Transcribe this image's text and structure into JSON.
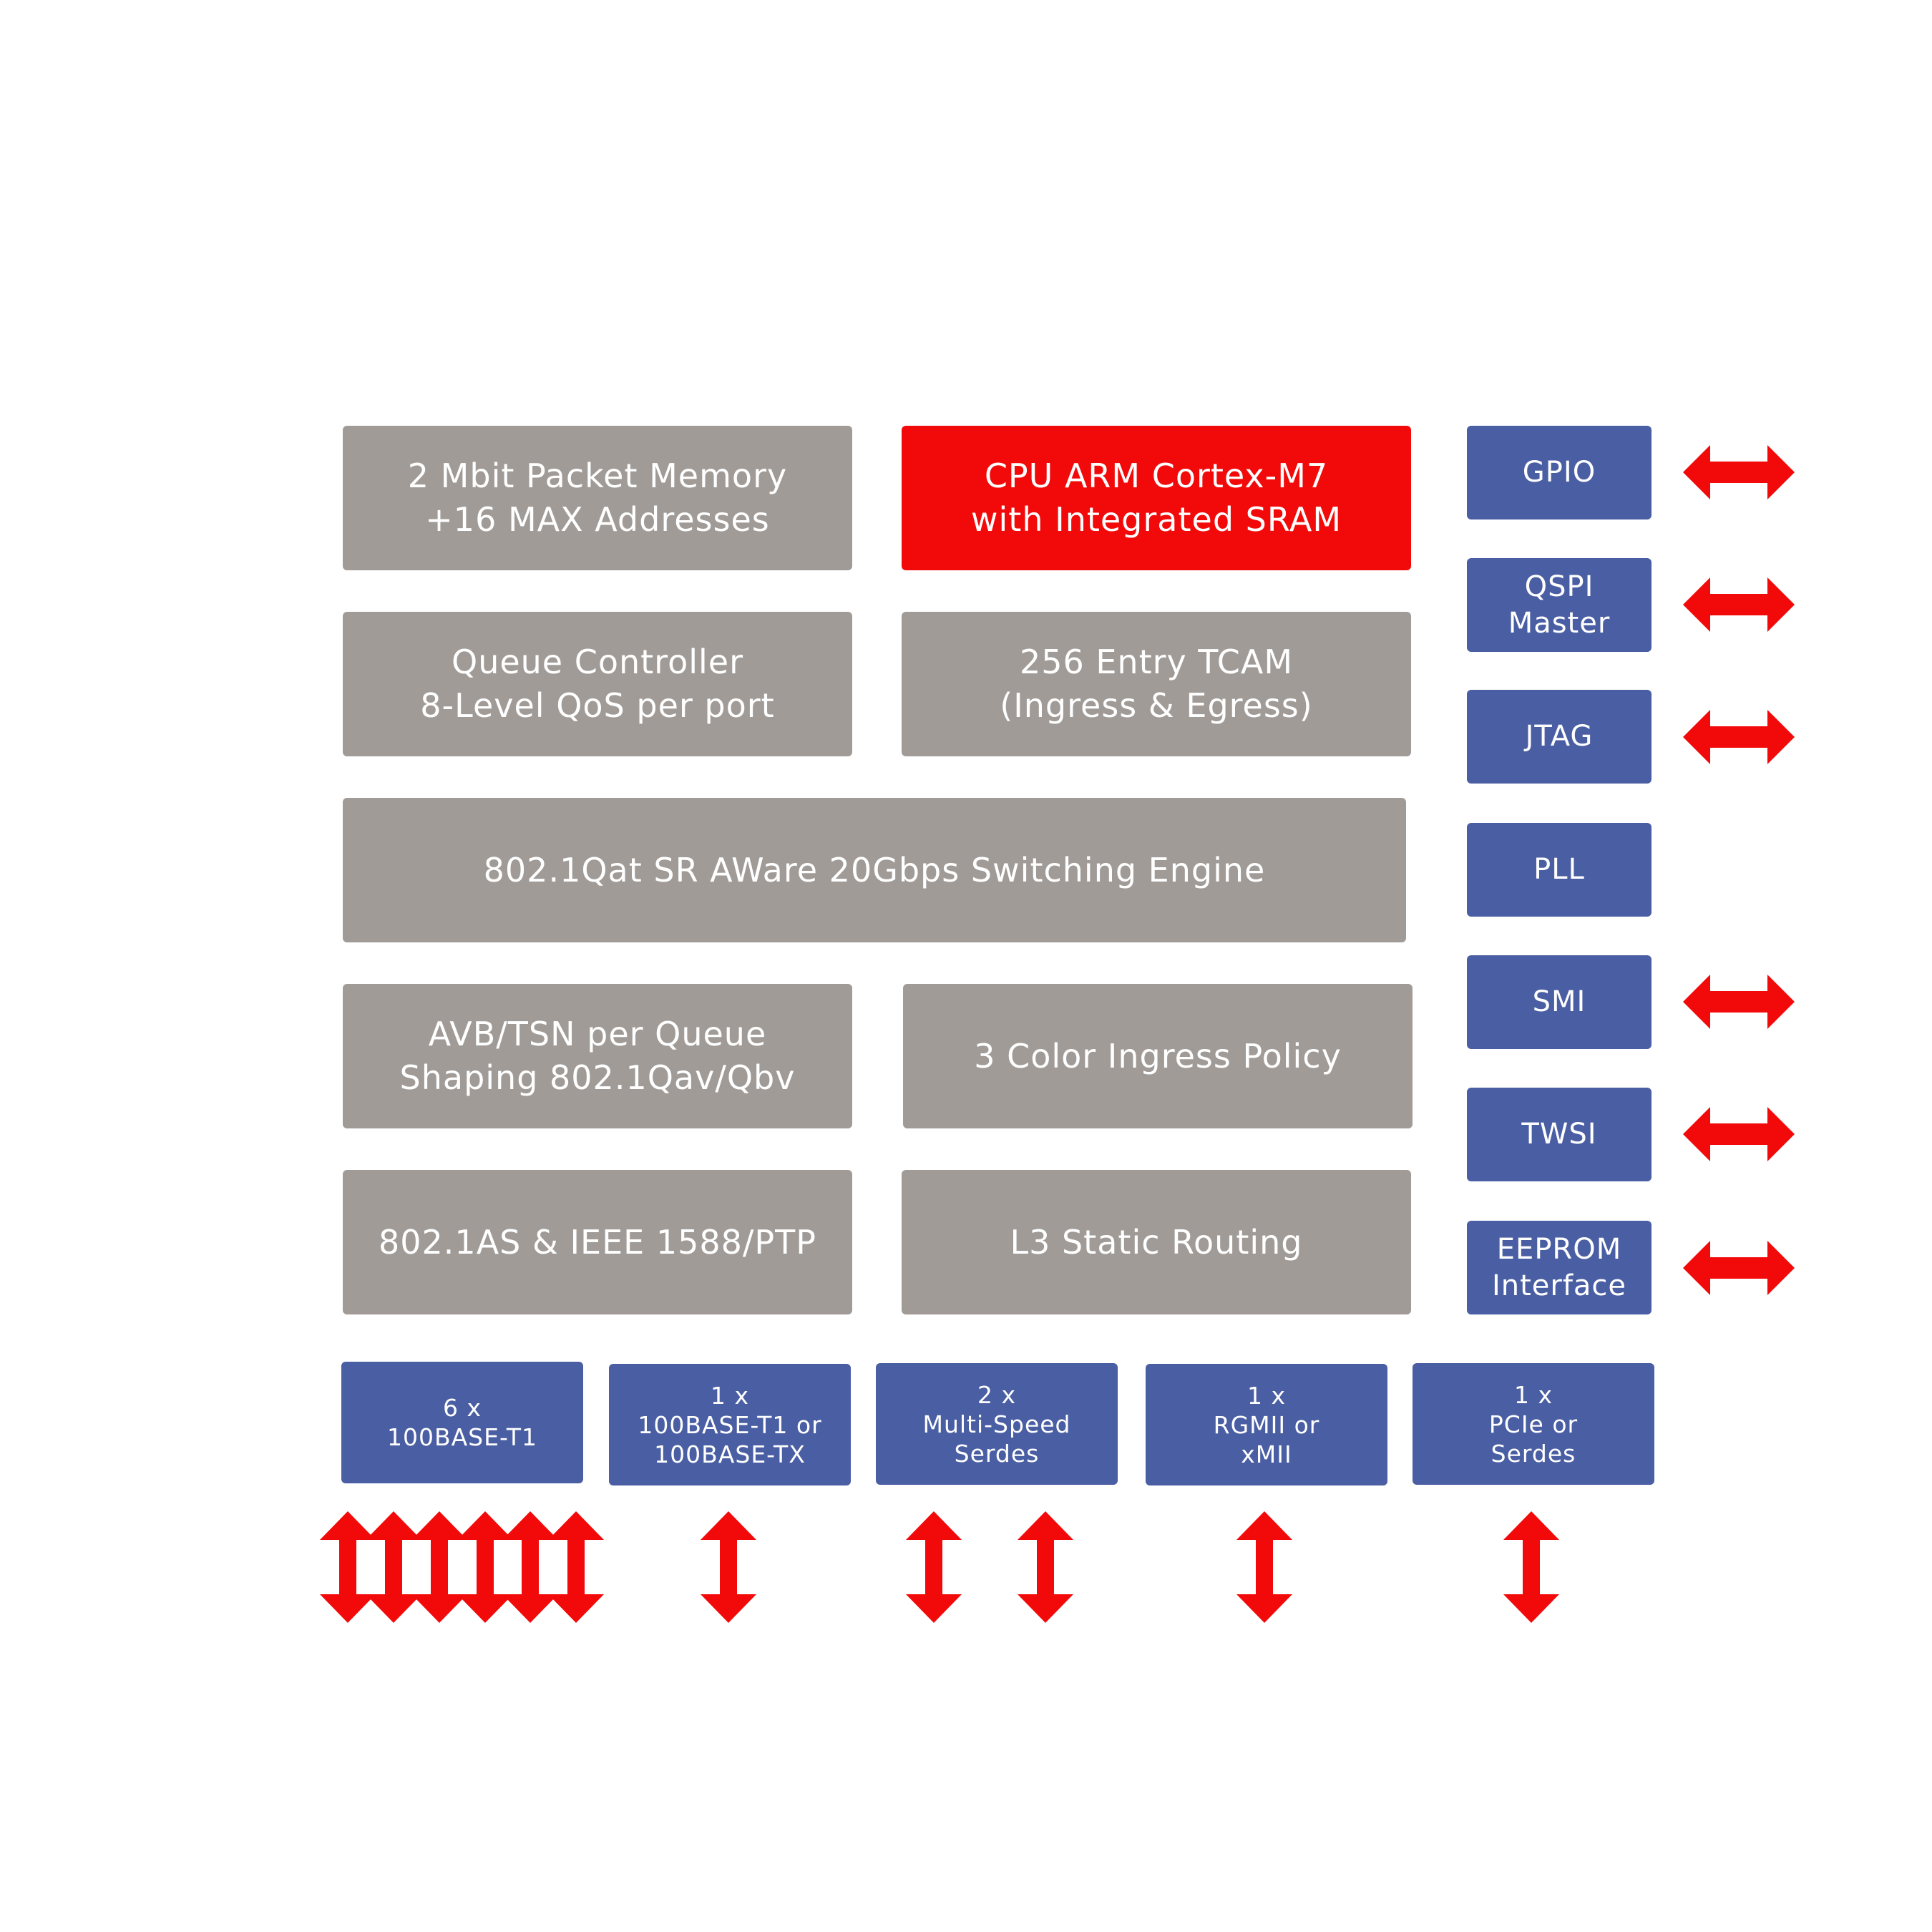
{
  "colors": {
    "gray_block": "#a09b97",
    "cpu_block": "#f20a0a",
    "blue_block": "#4a5ea3",
    "arrow": "#f20a0a"
  },
  "blocks": {
    "packet_memory": {
      "line1": "2 Mbit Packet Memory",
      "line2": "+16 MAX Addresses"
    },
    "cpu": {
      "line1": "CPU ARM Cortex-M7",
      "line2": "with Integrated SRAM"
    },
    "queue_controller": {
      "line1": "Queue Controller",
      "line2": "8-Level QoS per port"
    },
    "tcam": {
      "line1": "256 Entry TCAM",
      "line2": "(Ingress & Egress)"
    },
    "switching_engine": {
      "line1": "802.1Qat SR AWare 20Gbps Switching Engine"
    },
    "avb_tsn": {
      "line1": "AVB/TSN per Queue",
      "line2": "Shaping 802.1Qav/Qbv"
    },
    "ingress_policy": {
      "line1": "3 Color Ingress Policy"
    },
    "ptp": {
      "line1": "802.1AS & IEEE 1588/PTP"
    },
    "l3_routing": {
      "line1": "L3 Static Routing"
    }
  },
  "interfaces": [
    {
      "line1": "GPIO",
      "line2": "",
      "arrow": true
    },
    {
      "line1": "QSPI",
      "line2": "Master",
      "arrow": true
    },
    {
      "line1": "JTAG",
      "line2": "",
      "arrow": true
    },
    {
      "line1": "PLL",
      "line2": "",
      "arrow": false
    },
    {
      "line1": "SMI",
      "line2": "",
      "arrow": true
    },
    {
      "line1": "TWSI",
      "line2": "",
      "arrow": true
    },
    {
      "line1": "EEPROM",
      "line2": "Interface",
      "arrow": true
    }
  ],
  "ports": [
    {
      "line1": "6 x",
      "line2": "100BASE-T1",
      "line3": "",
      "arrows": 6
    },
    {
      "line1": "1 x",
      "line2": "100BASE-T1 or",
      "line3": "100BASE-TX",
      "arrows": 1
    },
    {
      "line1": "2 x",
      "line2": "Multi-Speed",
      "line3": "Serdes",
      "arrows": 2
    },
    {
      "line1": "1 x",
      "line2": "RGMII or",
      "line3": "xMII",
      "arrows": 1
    },
    {
      "line1": "1 x",
      "line2": "PCIe or",
      "line3": "Serdes",
      "arrows": 1
    }
  ]
}
